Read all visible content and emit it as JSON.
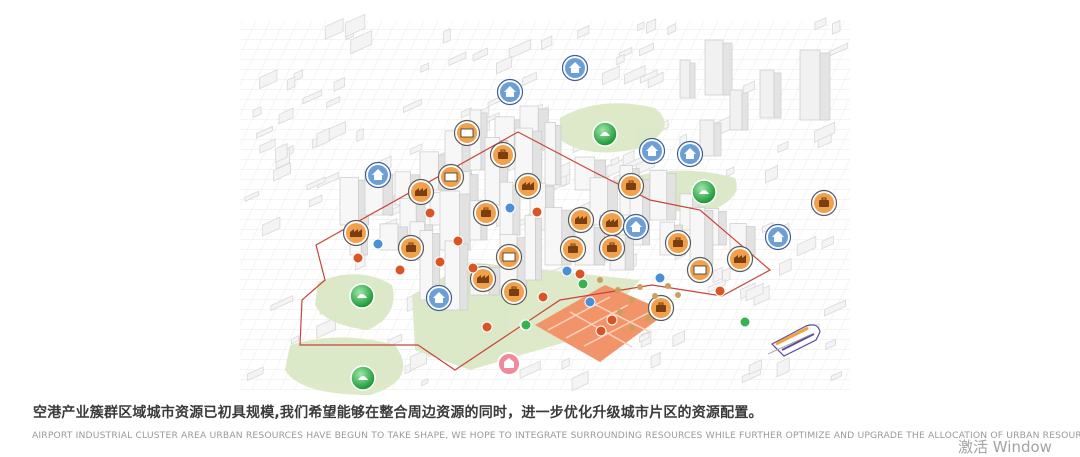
{
  "caption": {
    "chinese": "空港产业簇群区域城市资源已初具规模,我们希望能够在整合周边资源的同时，进一步优化升级城市片区的资源配置。",
    "english": "AIRPORT INDUSTRIAL CLUSTER AREA URBAN RESOURCES HAVE BEGUN TO TAKE SHAPE, WE HOPE TO INTEGRATE SURROUNDING RESOURCES WHILE FURTHER OPTIMIZE AND UPGRADE THE ALLOCATION OF URBAN RESOURCES"
  },
  "watermark": "激活 Window",
  "colors": {
    "district_boundary": "#c8443a",
    "office_marker": "#f1a14c",
    "housing_marker": "#6c9fd6",
    "park_marker": "#38b24e",
    "service_marker": "#d95525",
    "plaza": "#f2946a",
    "greenery": "#dbe8c6"
  },
  "icons": {
    "office": "briefcase-icon",
    "housing": "house-icon",
    "park": "tree-icon",
    "media": "monitor-icon",
    "industry": "factory-icon",
    "transport": "train-icon"
  }
}
